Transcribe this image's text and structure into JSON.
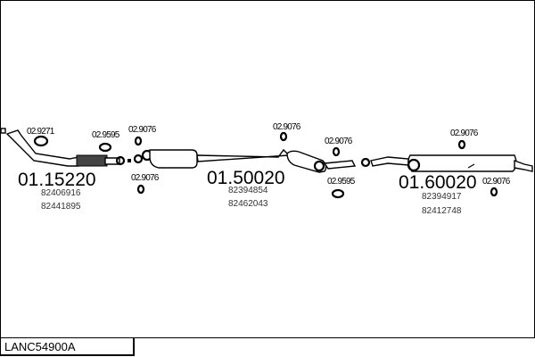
{
  "diagram_code": "LANC54900A",
  "parts": [
    {
      "id": "01.15220",
      "oem": [
        "82406916",
        "82441895"
      ]
    },
    {
      "id": "01.50020",
      "oem": [
        "82394854",
        "82462043"
      ]
    },
    {
      "id": "01.60020",
      "oem": [
        "82394917",
        "82412748"
      ]
    }
  ],
  "fittings": [
    "02.9271",
    "02.9595",
    "02.9076",
    "02.9076",
    "02.9076",
    "02.9076",
    "02.9595",
    "02.9076",
    "02.9076"
  ]
}
